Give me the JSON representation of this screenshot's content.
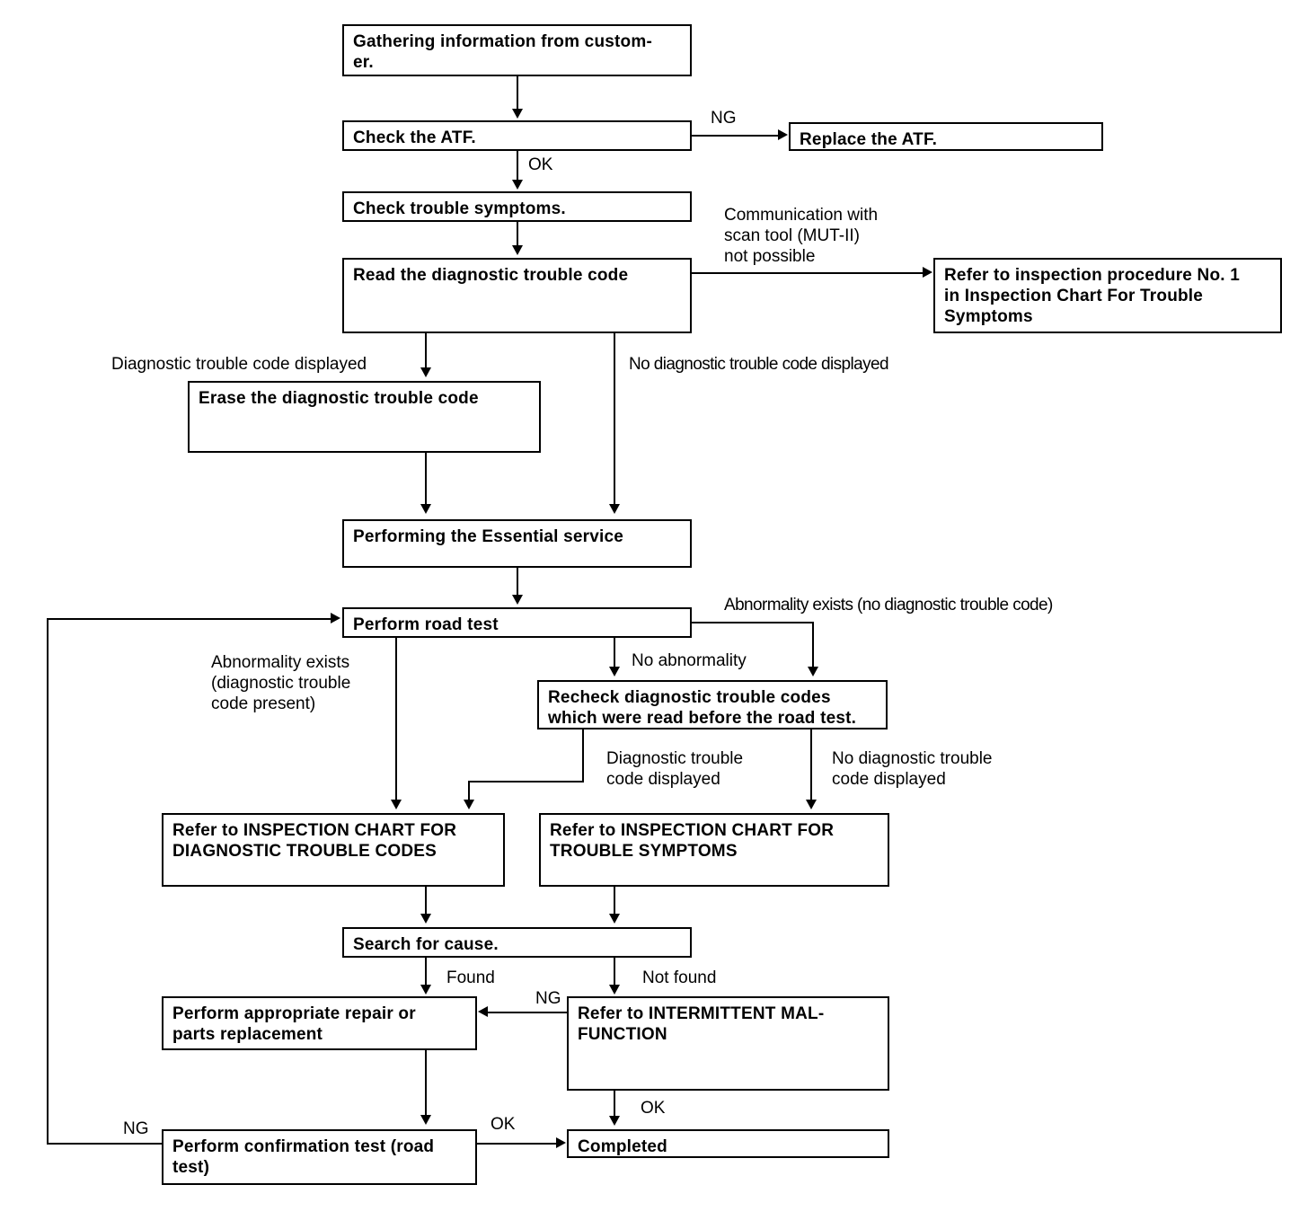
{
  "diagram": {
    "title": "Automatic transaxle diagnostic troubleshooting flowchart",
    "nodes": {
      "gather": "Gathering information from custom-\ner.",
      "check_atf": "Check the ATF.",
      "replace_atf": "Replace the ATF.",
      "check_symptoms": "Check trouble symptoms.",
      "read_dtc": "Read  the  diagnostic  trouble  code",
      "refer_proc1": "Refer to inspection procedure No. 1\nin  Inspection  Chart  For  Trouble\nSymptoms",
      "erase_dtc": "Erase  the  diagnostic  trouble  code",
      "essential_service": "Performing  the  Essential  service",
      "road_test": "Perform road test",
      "recheck_dtc": "Recheck  diagnostic  trouble  codes\nwhich were read before the road test.",
      "chart_dtc": "Refer to INSPECTION CHART FOR\nDIAGNOSTIC TROUBLE CODES",
      "chart_symptoms": "Refer to INSPECTION CHART FOR\nTROUBLE SYMPTOMS",
      "search_cause": "Search for cause.",
      "repair": "Perform  appropriate  repair  or\nparts replacement",
      "intermittent": "Refer to INTERMITTENT MAL-\nFUNCTION",
      "confirmation_test": "Perform confirmation test (road\ntest)",
      "completed": "Completed"
    },
    "edge_labels": {
      "ng_atf": "NG",
      "ok_atf": "OK",
      "comm_fail": "Communication with\nscan tool (MUT-II)\nnot possible",
      "dtc_displayed": "Diagnostic trouble code displayed",
      "no_dtc_displayed": "No diagnostic trouble code displayed",
      "abnormality_no_dtc": "Abnormality exists (no diagnostic trouble code)",
      "abnormality_dtc": "Abnormality  exists\n(diagnostic  trouble\ncode  present)",
      "no_abnormality": "No  abnormality",
      "dtc_displayed2": "Diagnostic  trouble\ncode  displayed",
      "no_dtc_displayed2": "No diagnostic trouble\ncode  displayed",
      "found": "Found",
      "not_found": "Not found",
      "ng_intermittent": "NG",
      "ok_intermittent": "OK",
      "ng_confirm": "NG",
      "ok_confirm": "OK"
    },
    "colors": {
      "stroke": "#000000",
      "background": "#ffffff",
      "text": "#000000"
    }
  }
}
